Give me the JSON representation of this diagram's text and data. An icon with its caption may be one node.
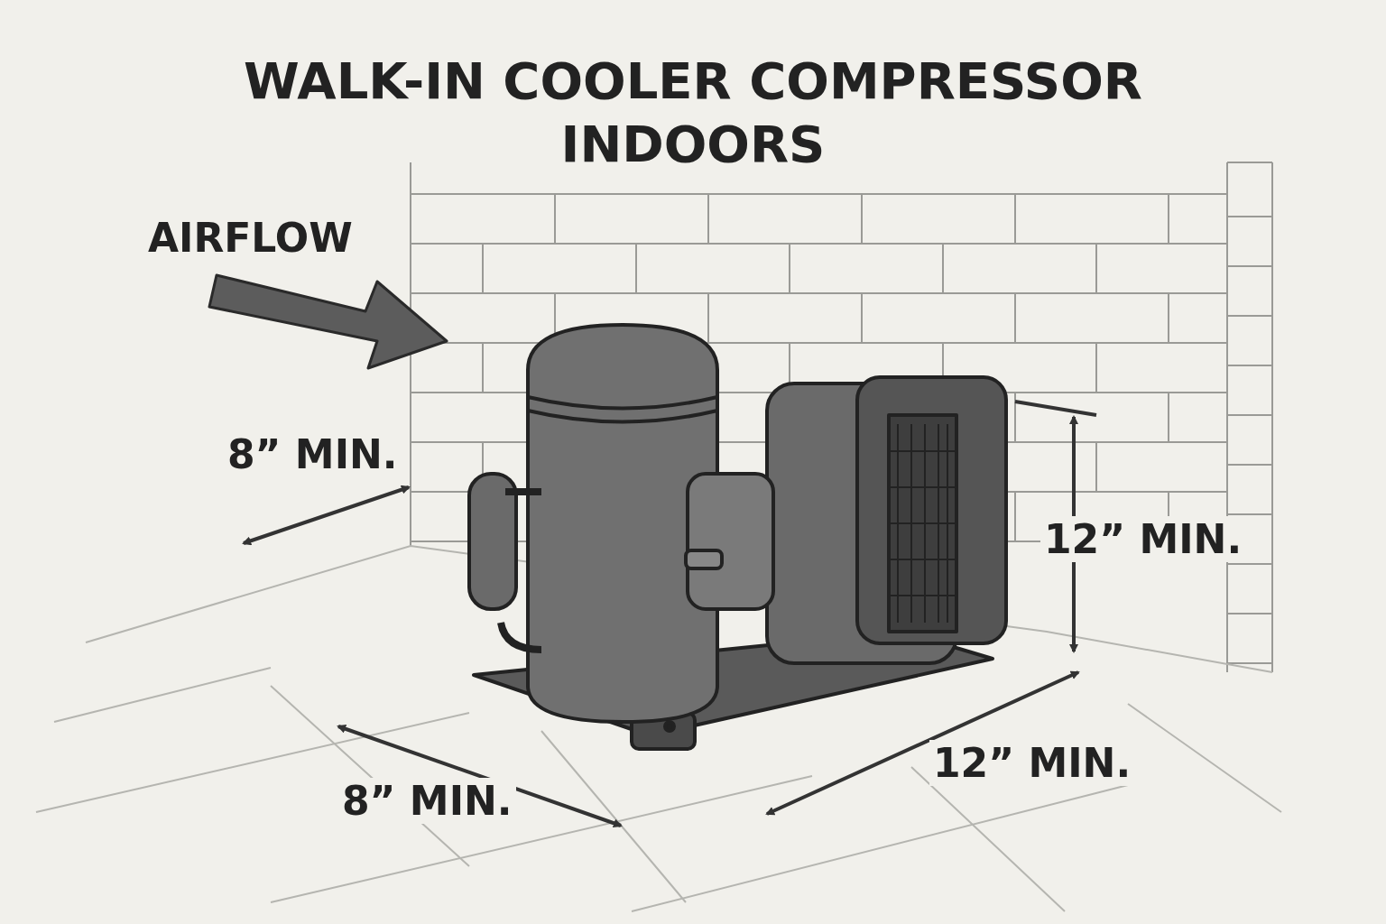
{
  "diagram": {
    "title": "WALK-IN COOLER COMPRESSOR INDOORS",
    "labels": [
      "AIRFLOW",
      "8” MIN.",
      "12” MIN.",
      "12” MIN.",
      "8” MIN."
    ]
  }
}
